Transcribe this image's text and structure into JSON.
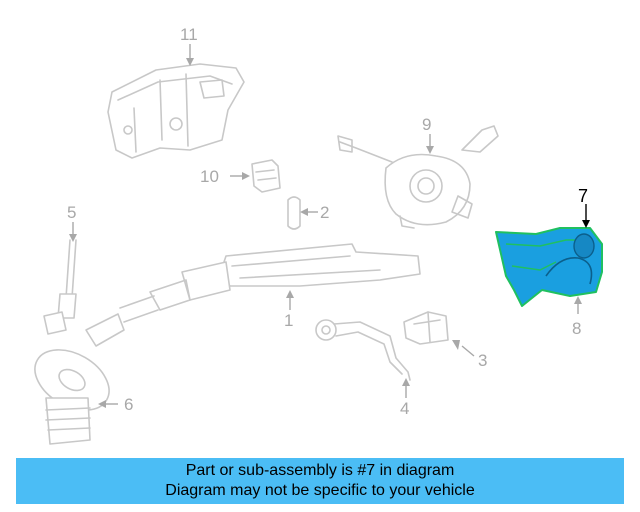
{
  "callouts": {
    "c1": "1",
    "c2": "2",
    "c3": "3",
    "c4": "4",
    "c5": "5",
    "c6": "6",
    "c7": "7",
    "c8": "8",
    "c9": "9",
    "c10": "10",
    "c11": "11"
  },
  "highlight": {
    "part_number": "7",
    "fill_color": "#1a9fe0",
    "edge_color": "#20c060"
  },
  "banner": {
    "line1": "Part or sub-assembly is #7 in diagram",
    "line2": "Diagram may not be specific to your vehicle",
    "background": "#4bbdf5"
  }
}
